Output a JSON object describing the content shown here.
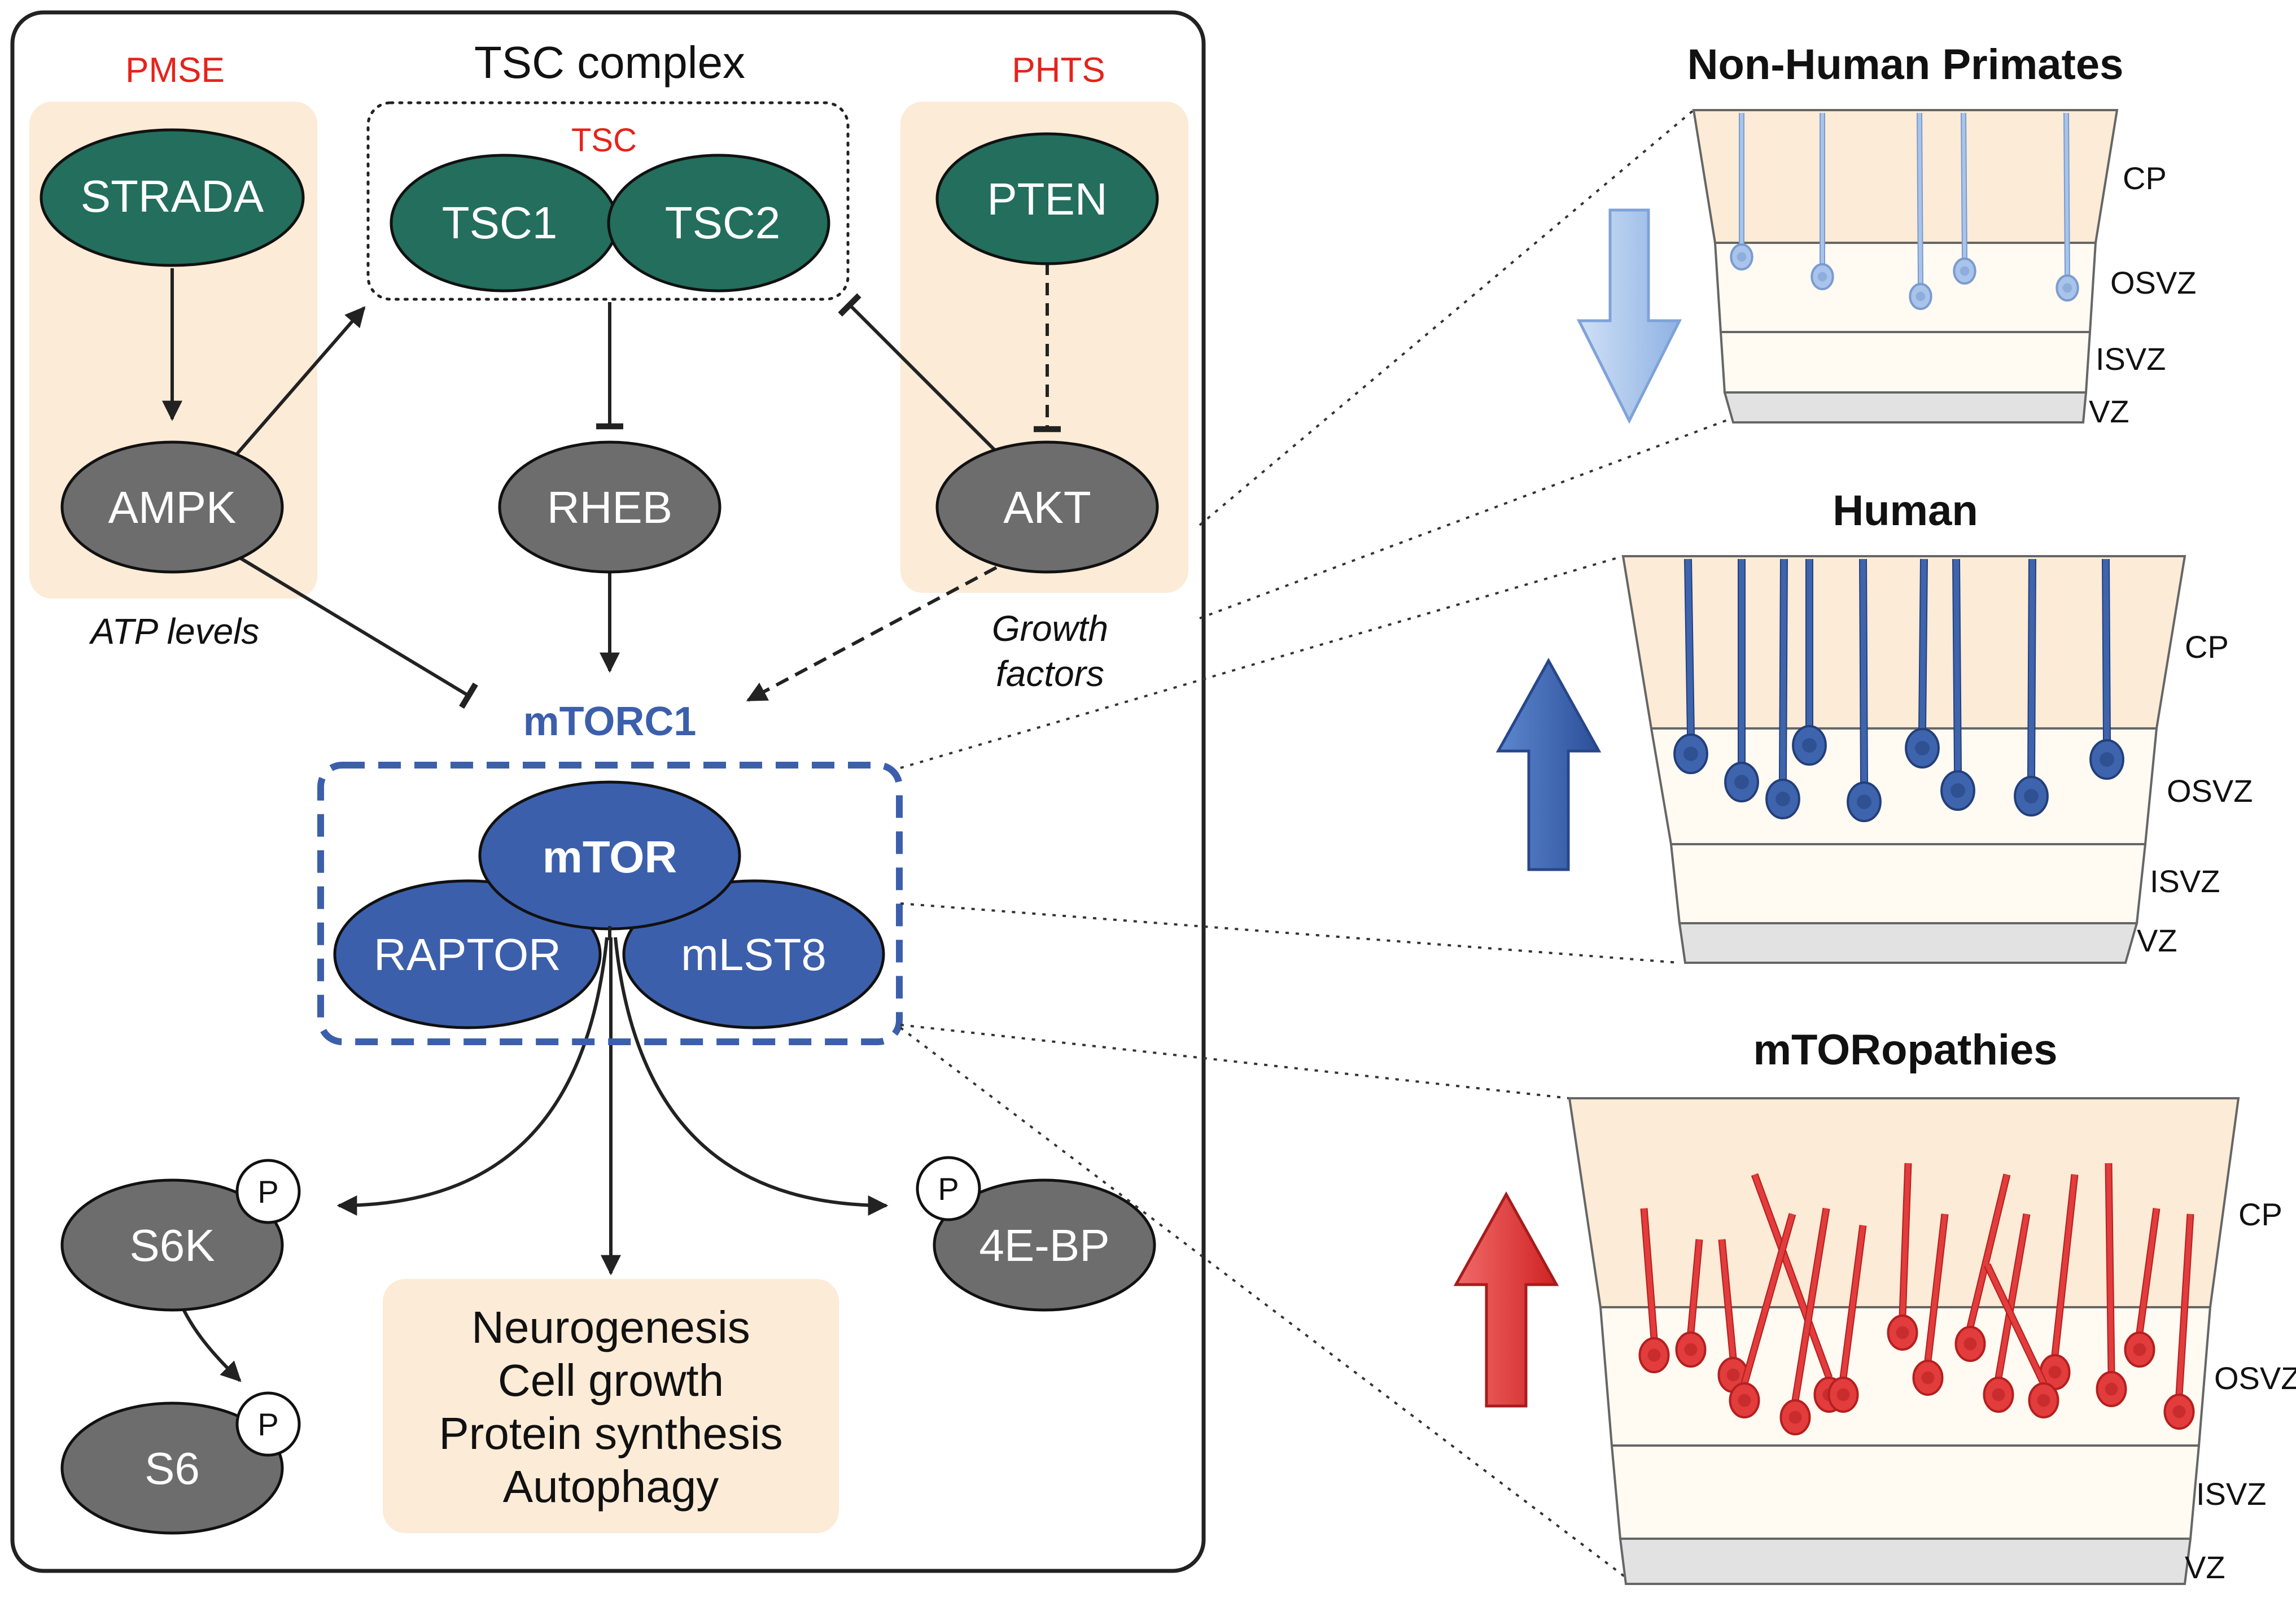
{
  "pathway": {
    "pmse_label": "PMSE",
    "tsc_complex_title": "TSC complex",
    "phts_label": "PHTS",
    "tsc_label": "TSC",
    "strada": "STRADA",
    "tsc1": "TSC1",
    "tsc2": "TSC2",
    "pten": "PTEN",
    "ampk": "AMPK",
    "rheb": "RHEB",
    "akt": "AKT",
    "atp_levels": "ATP levels",
    "growth_factors_line1": "Growth",
    "growth_factors_line2": "factors",
    "mtorc1_title": "mTORC1",
    "mtor": "mTOR",
    "raptor": "RAPTOR",
    "mlst8": "mLST8",
    "s6k": "S6K",
    "s6": "S6",
    "eb4": "4E-BP",
    "phospho": "P",
    "outputs": [
      "Neurogenesis",
      "Cell growth",
      "Protein synthesis",
      "Autophagy"
    ]
  },
  "panels": [
    {
      "title": "Non-Human Primates",
      "layers": [
        "CP",
        "OSVZ",
        "ISVZ",
        "VZ"
      ],
      "trend": "down",
      "cell_color": "#a9c4ea"
    },
    {
      "title": "Human",
      "layers": [
        "CP",
        "OSVZ",
        "ISVZ",
        "VZ"
      ],
      "trend": "up",
      "cell_color": "#3f64ae"
    },
    {
      "title": "mTORopathies",
      "layers": [
        "CP",
        "OSVZ",
        "ISVZ",
        "VZ"
      ],
      "trend": "up",
      "cell_color": "#e23c3c"
    }
  ],
  "colors": {
    "disease_red": "#e5231b",
    "teal": "#236e5c",
    "gray_node": "#6d6d6d",
    "mtor_blue": "#3b5fab",
    "peach": "#fcebd6"
  }
}
